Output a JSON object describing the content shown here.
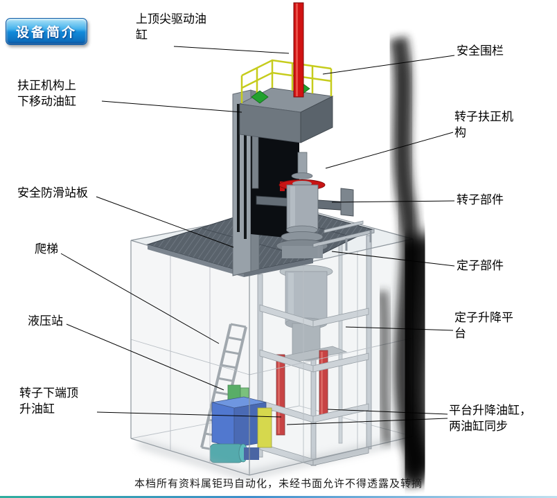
{
  "badge": {
    "label": "设备简介"
  },
  "callouts": [
    {
      "id": "spindle-cylinder",
      "label": "上顶尖驱动油缸"
    },
    {
      "id": "safety-fence",
      "label": "安全围栏"
    },
    {
      "id": "centering-lift-cylinder",
      "label": "扶正机构上下移动油缸"
    },
    {
      "id": "rotor-centering-mechanism",
      "label": "转子扶正机构"
    },
    {
      "id": "antislip-platform",
      "label": "安全防滑站板"
    },
    {
      "id": "rotor-parts",
      "label": "转子部件"
    },
    {
      "id": "ladder",
      "label": "爬梯"
    },
    {
      "id": "stator-parts",
      "label": "定子部件"
    },
    {
      "id": "hydraulic-station",
      "label": "液压站"
    },
    {
      "id": "stator-lift-platform",
      "label": "定子升降平台"
    },
    {
      "id": "rotor-bottom-jack-cylinder",
      "label": "转子下端顶升油缸"
    },
    {
      "id": "platform-lift-cylinders",
      "label": "平台升降油缸，两油缸同步"
    }
  ],
  "footer": {
    "text": "本档所有资料属钜玛自动化，未经书面允许不得透露及转摘"
  },
  "colors": {
    "cylinder_red": "#c41212",
    "railing_yellow": "#c6cc1c",
    "hydraulic_blue": "#2457ca",
    "badge_blue": "#118ada",
    "platform_gray": "#59626b"
  }
}
